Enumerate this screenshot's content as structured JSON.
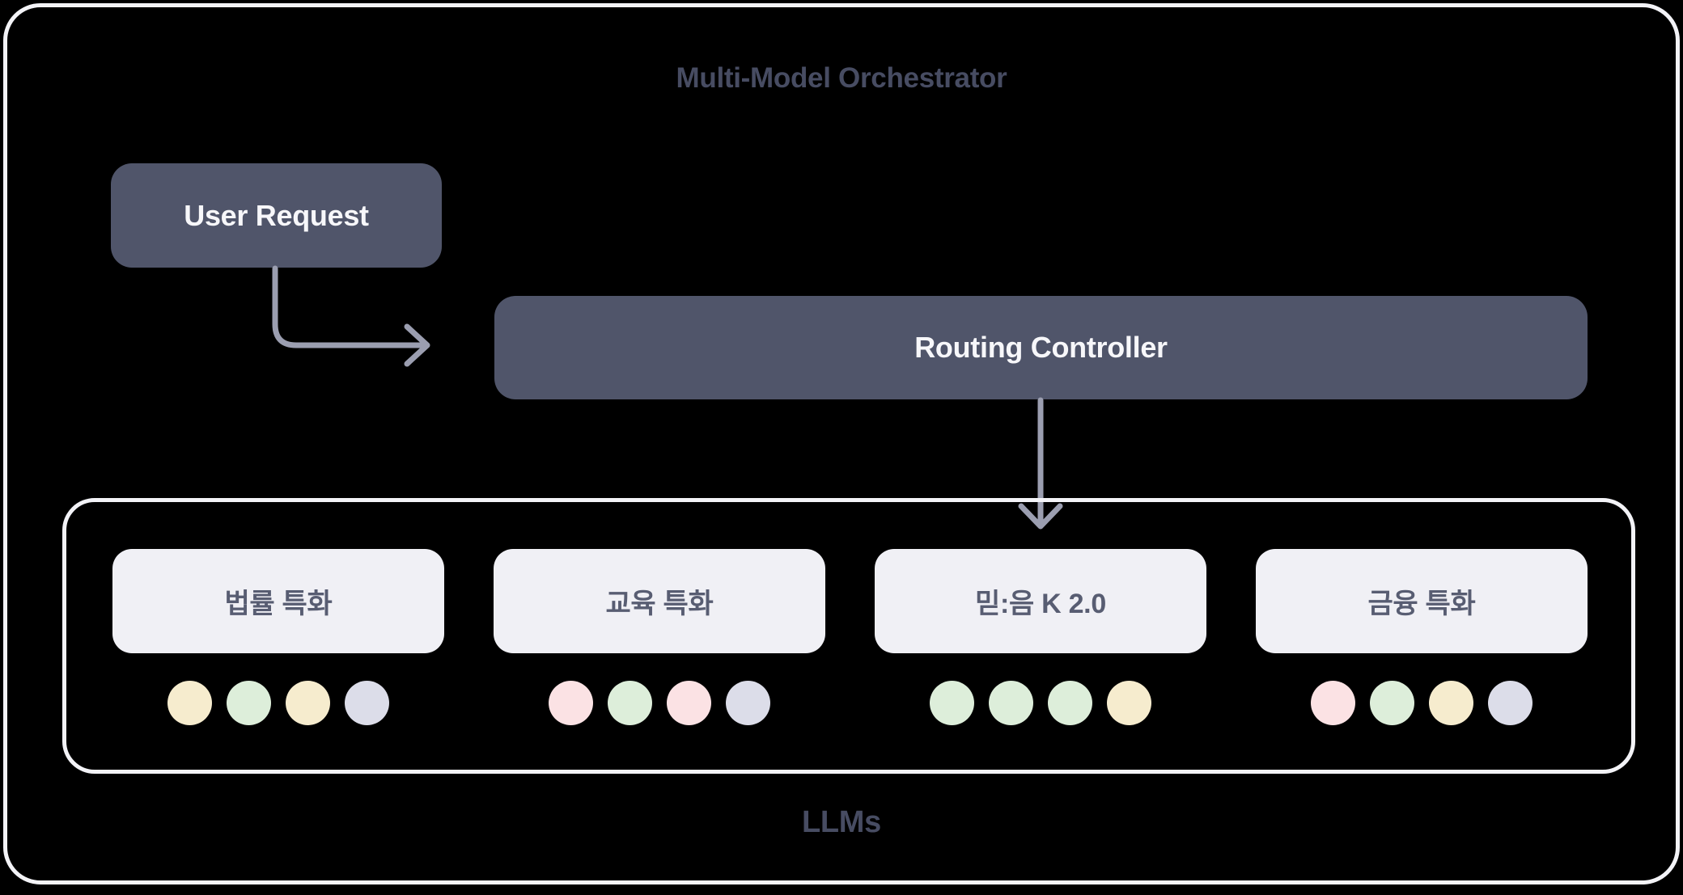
{
  "title": "Multi-Model Orchestrator",
  "nodes": {
    "user_request": "User Request",
    "routing_controller": "Routing Controller"
  },
  "llm_group": {
    "label": "LLMs",
    "models": [
      {
        "name": "법률 특화",
        "dots": [
          "cream",
          "green",
          "cream",
          "lavender"
        ]
      },
      {
        "name": "교육 특화",
        "dots": [
          "pink",
          "green",
          "pink",
          "lavender"
        ]
      },
      {
        "name": "믿:음 K 2.0",
        "dots": [
          "green",
          "green",
          "green",
          "cream"
        ]
      },
      {
        "name": "금융 특화",
        "dots": [
          "pink",
          "green",
          "cream",
          "lavender"
        ]
      }
    ]
  },
  "colors": {
    "background": "#000000",
    "card_border": "#f3f3f7",
    "dark_box_bg": "#50556a",
    "dark_box_text": "#f7f7fa",
    "light_box_bg": "#f0f0f5",
    "light_box_text": "#585d72",
    "heading_text": "#474c62",
    "arrow": "#9b9eb0",
    "dot_cream": "#f6ecce",
    "dot_green": "#ddeeda",
    "dot_pink": "#fbe2e4",
    "dot_lavender": "#dcdde9"
  }
}
